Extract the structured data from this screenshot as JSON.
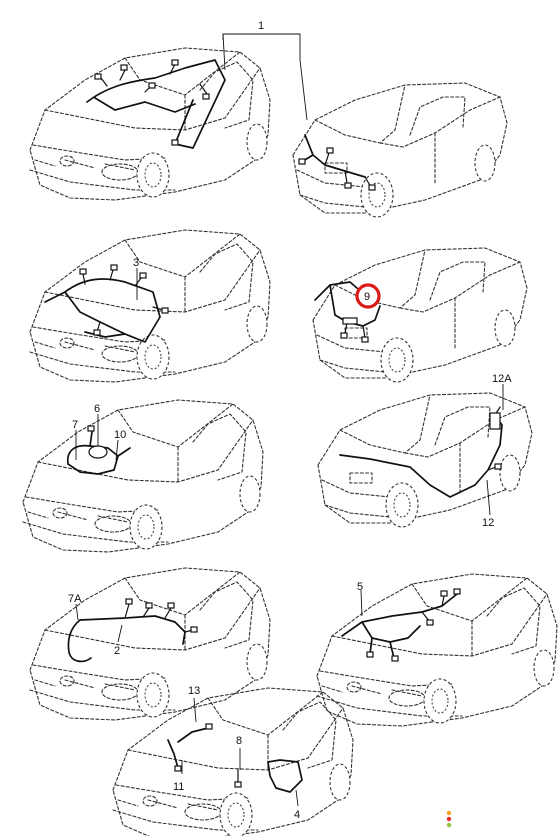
{
  "callouts": {
    "c1": "1",
    "c2": "2",
    "c3": "3",
    "c4": "4",
    "c5": "5",
    "c6": "6",
    "c7": "7",
    "c7a": "7A",
    "c8": "8",
    "c9": "9",
    "c10": "10",
    "c11": "11",
    "c12": "12",
    "c12a": "12A",
    "c13": "13"
  },
  "highlighted_callout": "9",
  "colors": {
    "highlight": "#e01818",
    "status_dot_top": "#f4a21c",
    "status_dot_middle": "#e8332a",
    "status_dot_bottom": "#8cc63f"
  }
}
